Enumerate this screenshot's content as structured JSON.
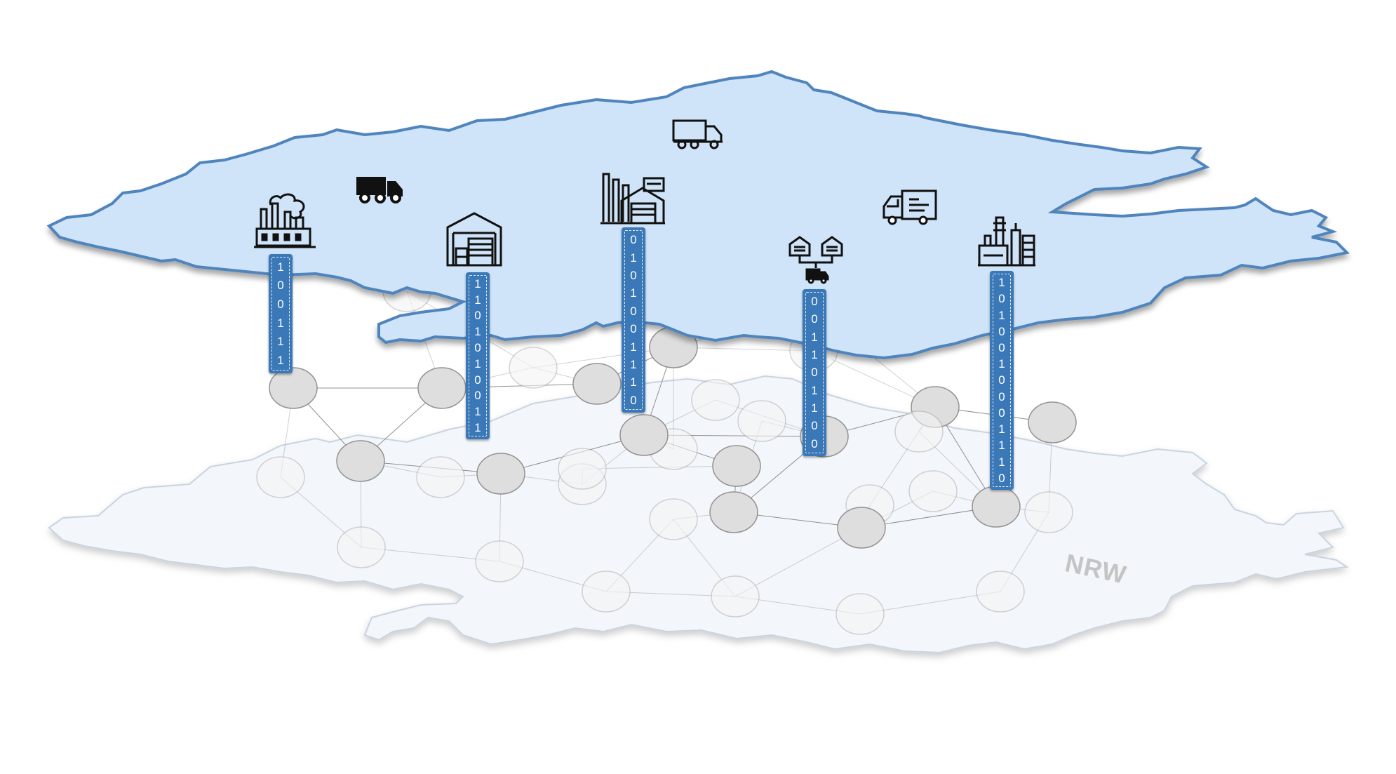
{
  "region_label": "NRW",
  "colors": {
    "top_layer_fill": "#cfe4f8",
    "top_layer_edge": "#5b8fc7",
    "bottom_layer_fill": "#f3f7fc",
    "node_fill": "#dedede",
    "node_stroke": "#8a8a8a",
    "data_column": "#3a78b8",
    "icon_color": "#111111"
  },
  "icons": [
    {
      "name": "factory-icon"
    },
    {
      "name": "truck-icon"
    },
    {
      "name": "warehouse-icon"
    },
    {
      "name": "production-plant-icon"
    },
    {
      "name": "delivery-truck-icon"
    },
    {
      "name": "distribution-network-icon"
    },
    {
      "name": "delivery-truck-icon"
    },
    {
      "name": "refinery-icon"
    }
  ],
  "data_columns": [
    {
      "bits": [
        "1",
        "0",
        "0",
        "1",
        "1",
        "1"
      ]
    },
    {
      "bits": [
        "1",
        "1",
        "0",
        "1",
        "0",
        "1",
        "0",
        "0",
        "1",
        "1"
      ]
    },
    {
      "bits": [
        "0",
        "1",
        "0",
        "1",
        "0",
        "0",
        "1",
        "1",
        "1",
        "0"
      ]
    },
    {
      "bits": [
        "0",
        "0",
        "1",
        "1",
        "0",
        "1",
        "1",
        "0",
        "0"
      ]
    },
    {
      "bits": [
        "1",
        "0",
        "1",
        "0",
        "0",
        "1",
        "0",
        "0",
        "0",
        "1",
        "1",
        "1",
        "0"
      ]
    }
  ]
}
